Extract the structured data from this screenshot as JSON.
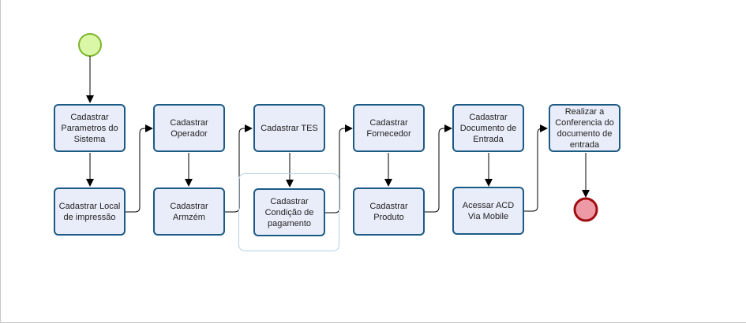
{
  "diagram": {
    "tasks": [
      {
        "id": "t1",
        "label": "Cadastrar Parametros do Sistema"
      },
      {
        "id": "t2",
        "label": "Cadastrar Local de impressão"
      },
      {
        "id": "t3",
        "label": "Cadastrar Operador"
      },
      {
        "id": "t4",
        "label": "Cadastrar Armzém"
      },
      {
        "id": "t5",
        "label": "Cadastrar TES"
      },
      {
        "id": "t6",
        "label": "Cadastrar Condição de pagamento"
      },
      {
        "id": "t7",
        "label": "Cadastrar Fornecedor"
      },
      {
        "id": "t8",
        "label": "Cadastrar Produto"
      },
      {
        "id": "t9",
        "label": "Cadastrar Documento de Entrada"
      },
      {
        "id": "t10",
        "label": "Acessar ACD Via Mobile"
      },
      {
        "id": "t11",
        "label": "Realizar a Conferencia do documento de entrada"
      }
    ],
    "events": {
      "start": {
        "color": "#d9f7a6",
        "stroke": "#7db52a"
      },
      "end": {
        "color": "#ee9aa6",
        "stroke": "#a00d10"
      }
    },
    "colors": {
      "task_fill": "#e9edf9",
      "task_border": "#1c5a86",
      "connector": "#000000",
      "selection": "#b6cfe0"
    }
  }
}
